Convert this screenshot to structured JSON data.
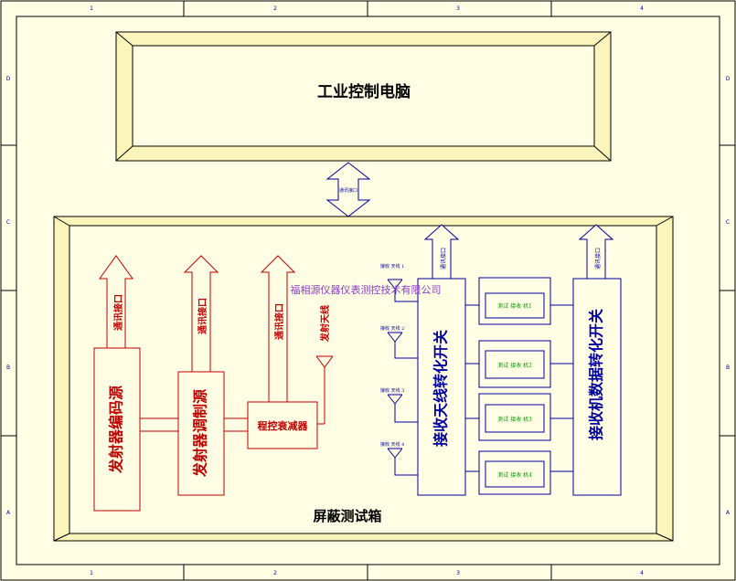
{
  "frame": {
    "col_labels": [
      "1",
      "2",
      "3",
      "4"
    ],
    "row_labels": [
      "D",
      "C",
      "B",
      "A"
    ]
  },
  "computer": {
    "title": "工业控制电脑"
  },
  "link": {
    "label": "通讯接口"
  },
  "box": {
    "title": "屏蔽测试箱"
  },
  "watermark": "福相源仪器仪表测控技术有限公司",
  "transmit": {
    "encoder": "发射器编码源",
    "modulator": "发射器调制源",
    "attenuator": "程控衰减器",
    "port_label": "通讯接口",
    "antenna_label": "发射天线"
  },
  "receive": {
    "antenna_switch": "接收天线转化开关",
    "data_switch": "接收机数据转化开关",
    "port_label": "通讯接口",
    "antennas": [
      "接收 天线 1",
      "接收 天线 2",
      "接收 天线 3",
      "接收 天线 4"
    ],
    "testers": [
      "测试 接收 机1",
      "测试 接收 机2",
      "测试 接收 机3",
      "测试 接收 机4"
    ]
  },
  "colors": {
    "red": "#c00000",
    "blue": "#0000a0",
    "green": "#00a000",
    "frame_fill": "#fbf4bb",
    "purple": "#8a3cc8"
  }
}
